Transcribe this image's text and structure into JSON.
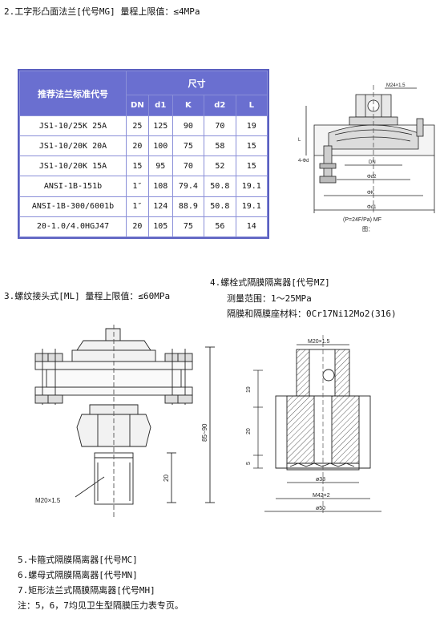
{
  "heading_2": "2.工字形凸面法兰[代号MG]  量程上限值：≤4MPa",
  "table": {
    "col_main": "推荐法兰标准代号",
    "col_group": "尺寸",
    "sub_headers": [
      "DN",
      "d1",
      "K",
      "d2",
      "L"
    ],
    "rows": [
      [
        "JS1-10/25K 25A",
        "25",
        "125",
        "90",
        "70",
        "19"
      ],
      [
        "JS1-10/20K 20A",
        "20",
        "100",
        "75",
        "58",
        "15"
      ],
      [
        "JS1-10/20K 15A",
        "15",
        "95",
        "70",
        "52",
        "15"
      ],
      [
        "ANSI-1B-151b",
        "1″",
        "108",
        "79.4",
        "50.8",
        "19.1"
      ],
      [
        "ANSI-1B-300/6001b",
        "1″",
        "124",
        "88.9",
        "50.8",
        "19.1"
      ],
      [
        "20-1.0/4.0HGJ47",
        "20",
        "105",
        "75",
        "56",
        "14"
      ]
    ]
  },
  "fig1": {
    "dim_top": "M24×1.5",
    "dim_l": "L",
    "dim_dn": "DN",
    "dim_d2": "Φd2",
    "dim_k": "ΦK",
    "dim_d1": "Φd1",
    "caption": "(P=24F/Pa)   MF",
    "fig_label": "图：",
    "side_label": "4-Φd"
  },
  "heading_3": "3.螺纹接头式[ML] 量程上限值：≤60MPa",
  "fig3": {
    "dim_height": "85~90",
    "dim_thread": "20",
    "thread_label": "M20×1.5"
  },
  "heading_4": {
    "title": "4.螺栓式隔膜隔离器[代号MZ]",
    "range": "测量范围：1～25MPa",
    "material": "隔膜和隔膜座材料：0Cr17Ni12Mo2(316)"
  },
  "fig4": {
    "thread_top": "M20×1.5",
    "dim_19": "19",
    "dim_20": "20",
    "dim_5": "5",
    "dim_38": "ø38",
    "dim_m42": "M42×2",
    "dim_50": "ø50"
  },
  "list": {
    "item5": "5.卡箍式隔膜隔离器[代号MC]",
    "item6": "6.螺母式隔膜隔离器[代号MN]",
    "item7": "7.矩形法兰式隔膜隔离器[代号MH]",
    "note": "注：5，6，7均见卫生型隔膜压力表专页。"
  }
}
